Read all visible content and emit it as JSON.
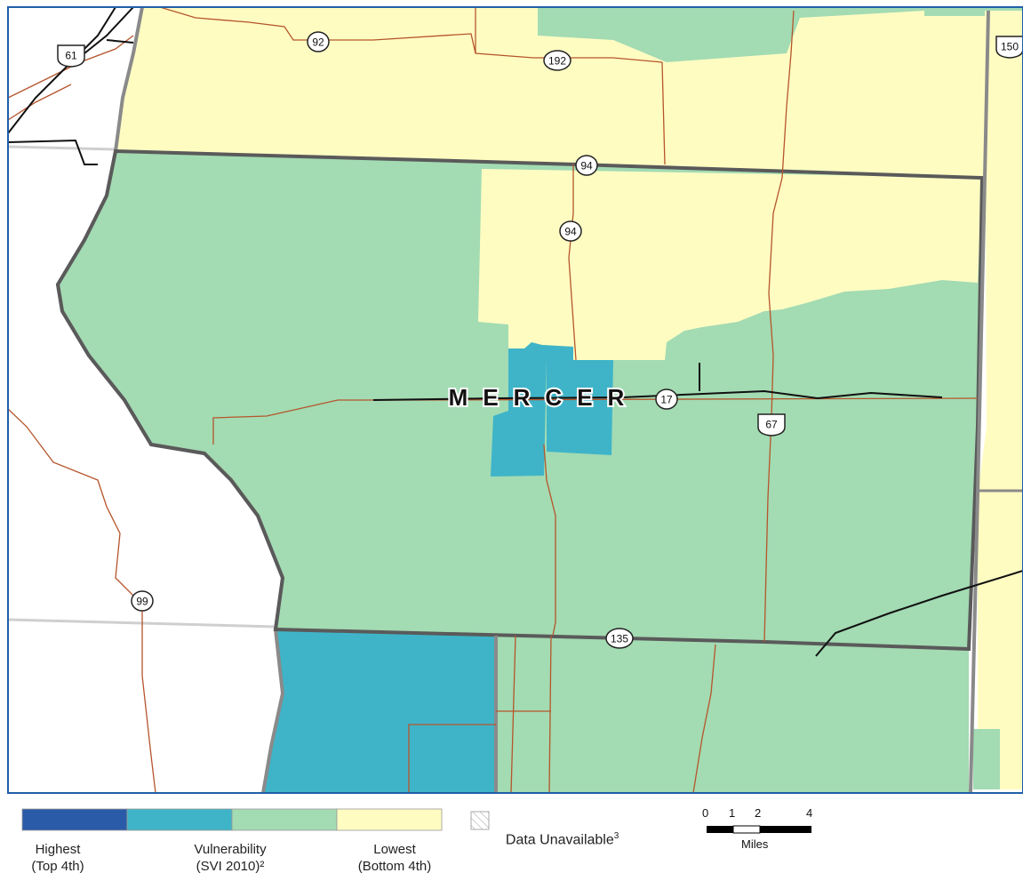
{
  "colors": {
    "highest": "#2a5ba8",
    "high": "#3fb4c8",
    "low": "#a3dbb3",
    "lowest": "#fffcc2",
    "road": "#b5552b",
    "rail": "#111111",
    "county_border": "#5a5a5a",
    "state_line": "#cfcfcf",
    "frame": "#1f5fa8"
  },
  "map": {
    "county_label": "MERCER",
    "highway_shields": [
      {
        "type": "state",
        "number": "92"
      },
      {
        "type": "state",
        "number": "192"
      },
      {
        "type": "state",
        "number": "94"
      },
      {
        "type": "state",
        "number": "94"
      },
      {
        "type": "state",
        "number": "17"
      },
      {
        "type": "state",
        "number": "99"
      },
      {
        "type": "state",
        "number": "135"
      },
      {
        "type": "us",
        "number": "61"
      },
      {
        "type": "us",
        "number": "67"
      },
      {
        "type": "us",
        "number": "150"
      }
    ]
  },
  "legend": {
    "label_highest": "Highest\n(Top 4th)",
    "label_middle": "Vulnerability\n(SVI 2010)²",
    "label_lowest": "Lowest\n(Bottom 4th)",
    "unavailable_label": "Data Unavailable",
    "unavailable_note": "3",
    "scale_ticks": [
      "0",
      "1",
      "2",
      "4"
    ],
    "scale_unit": "Miles"
  }
}
